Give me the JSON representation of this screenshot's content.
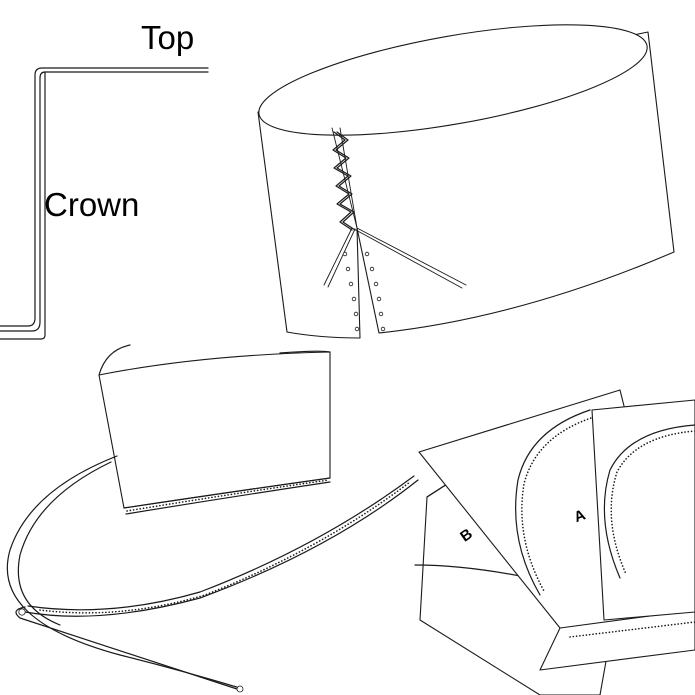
{
  "labels": {
    "top": "Top",
    "crown": "Crown",
    "pattern_a": "A",
    "pattern_b": "B"
  },
  "colors": {
    "line": "#1a1a1a",
    "background": "#ffffff"
  }
}
